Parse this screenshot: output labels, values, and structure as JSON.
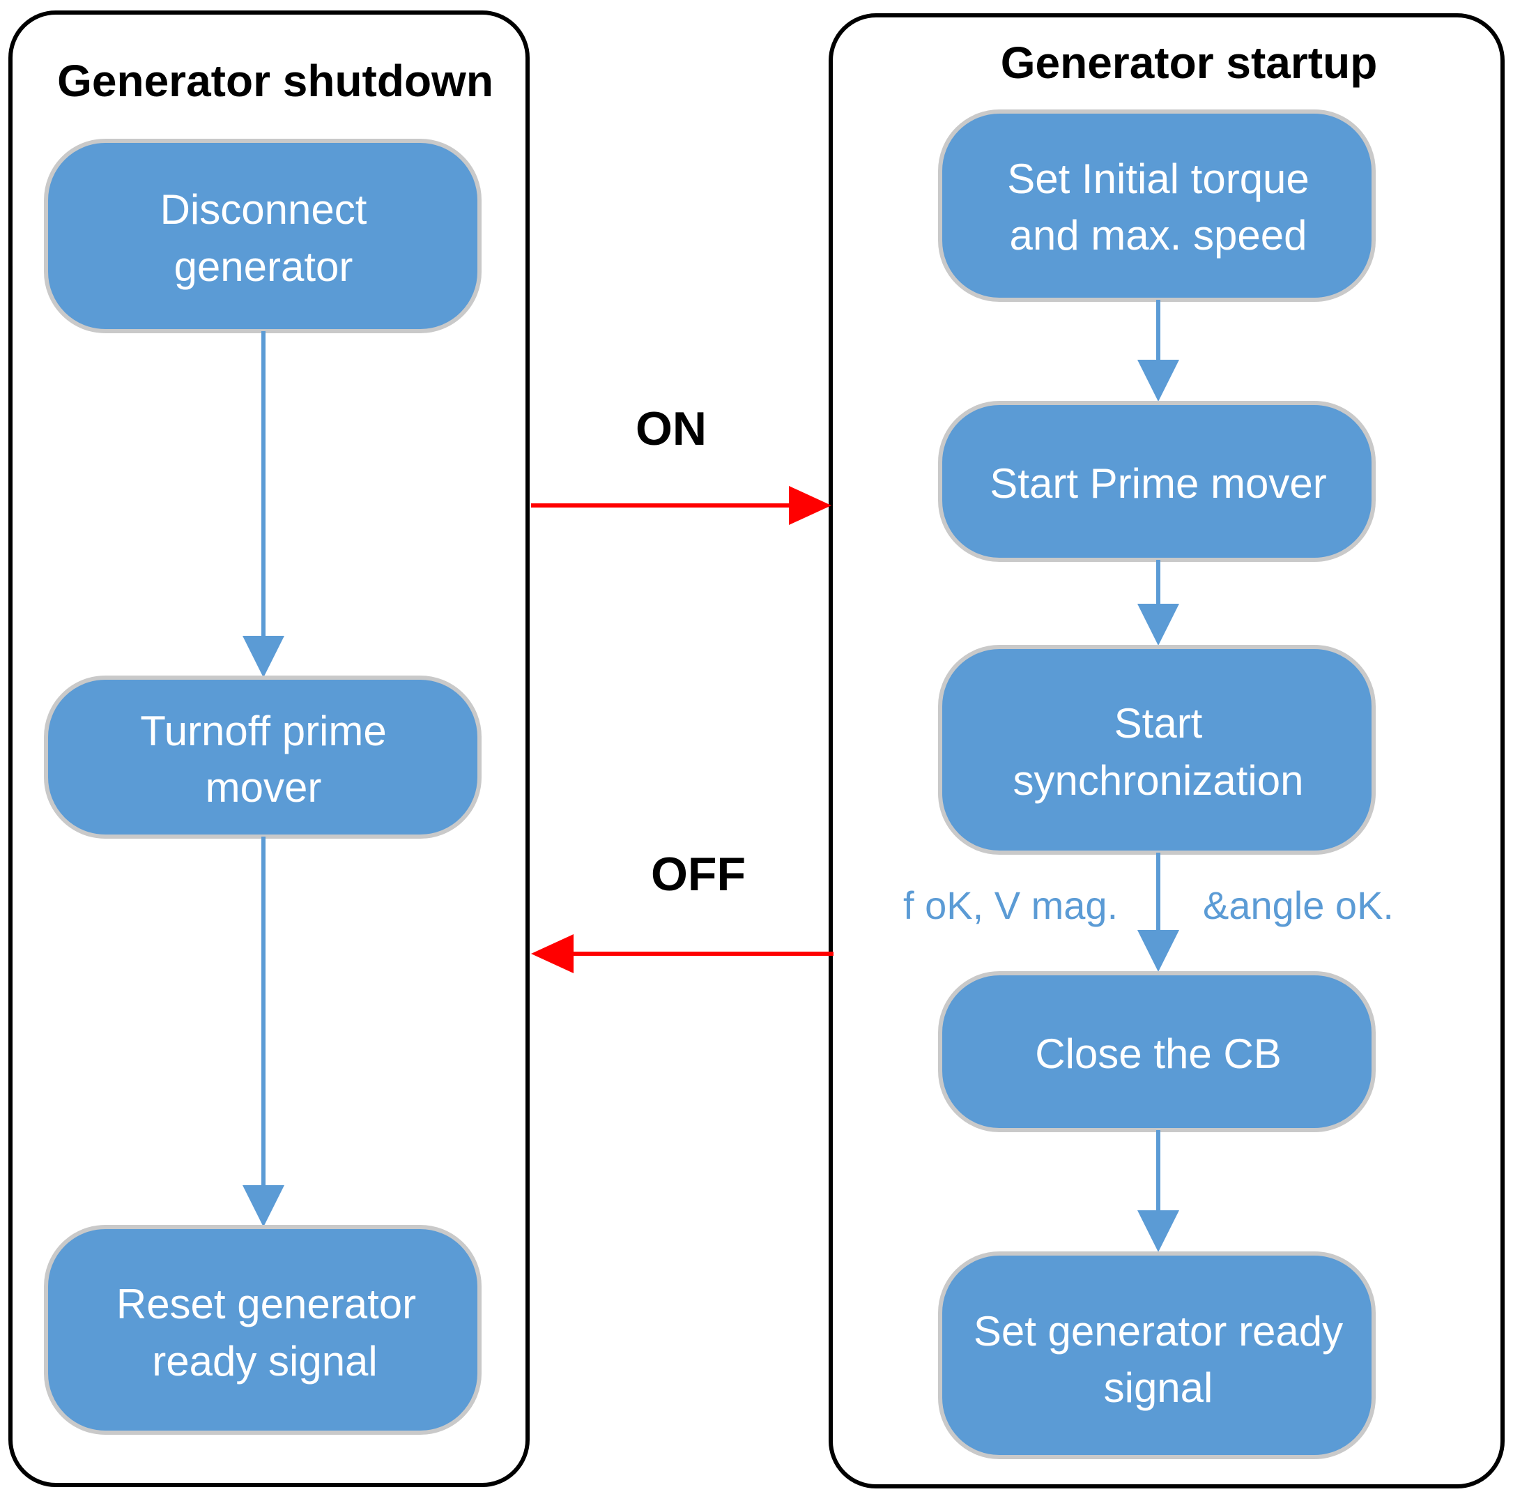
{
  "shutdown": {
    "title": "Generator shutdown",
    "steps": [
      {
        "line1": "Disconnect",
        "line2": "generator"
      },
      {
        "line1": "Turnoff prime",
        "line2": "mover"
      },
      {
        "line1": "Reset generator",
        "line2": "ready signal"
      }
    ]
  },
  "startup": {
    "title": "Generator startup",
    "steps": [
      {
        "line1": "Set Initial torque",
        "line2": "and max. speed"
      },
      {
        "line1": "Start Prime mover"
      },
      {
        "line1": "Start",
        "line2": "synchronization"
      },
      {
        "line1": "Close the CB"
      },
      {
        "line1": "Set generator ready",
        "line2": "signal"
      }
    ],
    "condition": {
      "left": "f oK, V mag.",
      "right": "&angle oK."
    }
  },
  "transitions": {
    "on_label": "ON",
    "off_label": "OFF"
  },
  "colors": {
    "step_fill": "#5b9bd5",
    "step_border": "#c9c9c9",
    "flow_arrow": "#5b9bd5",
    "transition_arrow": "#ff0000",
    "frame": "#000000"
  }
}
